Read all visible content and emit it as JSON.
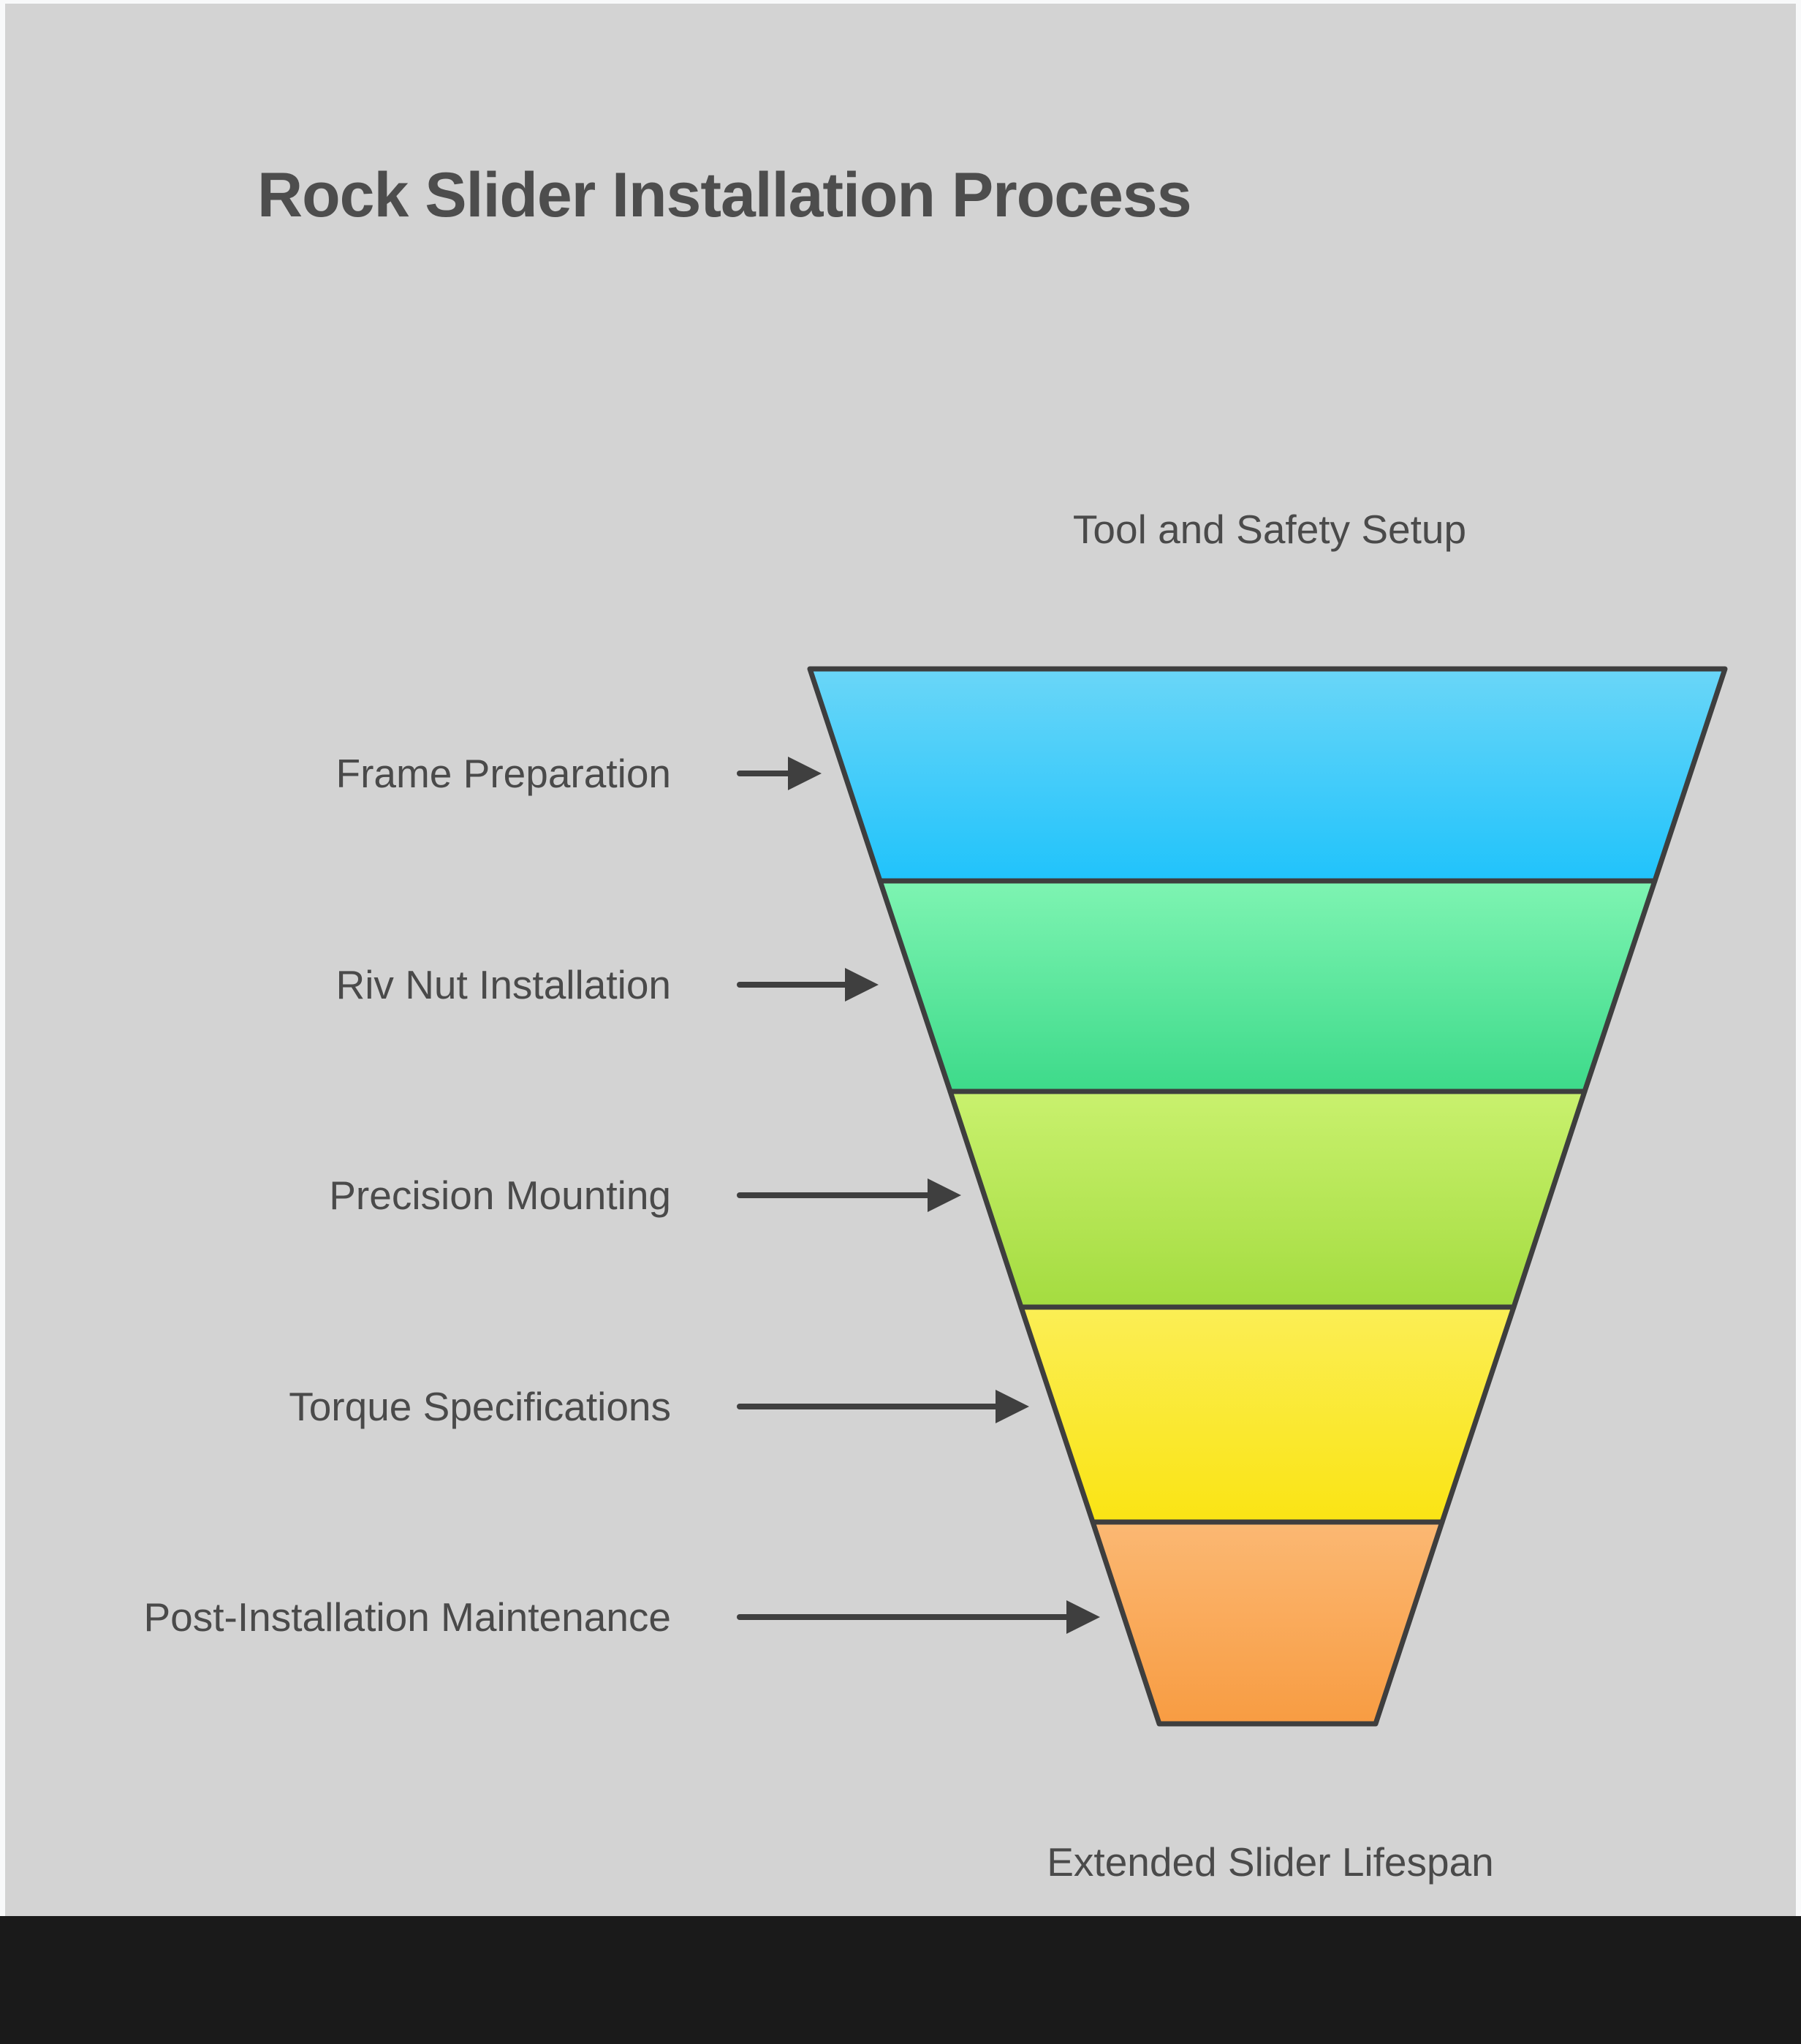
{
  "title": "Rock Slider Installation Process",
  "funnel": {
    "top_label": "Tool and Safety Setup",
    "bottom_label": "Extended Slider Lifespan",
    "stages": [
      {
        "label": "Frame Preparation",
        "color_top": "#6ad6f8",
        "color_bottom": "#20c3fb"
      },
      {
        "label": "Riv Nut Installation",
        "color_top": "#7ef4b2",
        "color_bottom": "#3dda8a"
      },
      {
        "label": "Precision Mounting",
        "color_top": "#c9f16e",
        "color_bottom": "#a4dc40"
      },
      {
        "label": "Torque Specifications",
        "color_top": "#fbee55",
        "color_bottom": "#fae414"
      },
      {
        "label": "Post-Installation Maintenance",
        "color_top": "#fbb873",
        "color_bottom": "#f89c42"
      }
    ]
  },
  "colors": {
    "background": "#f8f9fa",
    "panel": "#d3d3d3",
    "bottom_bar": "#1a1a1a",
    "title_text": "#4d4d4d",
    "label_text": "#4a4a4a",
    "funnel_outline": "#3e3e3e",
    "arrow": "#3f3f3f"
  }
}
